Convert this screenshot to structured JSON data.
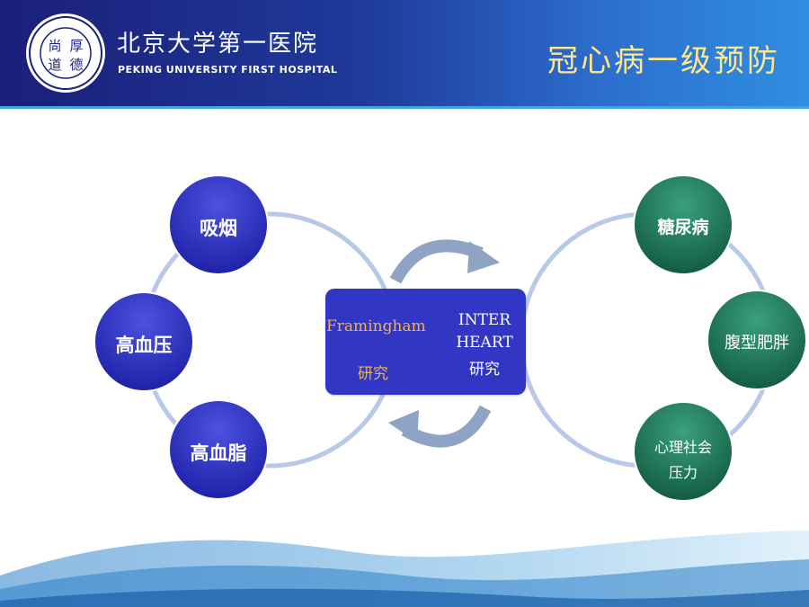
{
  "header": {
    "logo_cn": "北京大学第一医院",
    "logo_en": "PEKING UNIVERSITY FIRST HOSPITAL",
    "seal_text": [
      "尚",
      "厚",
      "道",
      "德"
    ],
    "title": "冠心病一级预防"
  },
  "left_factors": [
    {
      "label": "吸烟"
    },
    {
      "label": "高血压"
    },
    {
      "label": "高血脂"
    }
  ],
  "right_factors": [
    {
      "label": "糖尿病"
    },
    {
      "label": "腹型肥胖"
    },
    {
      "label": "心理社会压力",
      "lines": [
        "心理社会",
        "压力"
      ]
    }
  ],
  "center": {
    "left_study": {
      "line1": "Framingham",
      "line2": "研究"
    },
    "right_study": {
      "line1": "INTER",
      "line2": "HEART",
      "line3": "研究"
    }
  },
  "colors": {
    "header_dark": "#1b1f7a",
    "title": "#ffe88a",
    "left_node": "#2f2fc0",
    "right_node": "#1e7a5a",
    "center_box": "#3236c4",
    "framingham": "#f4b33b",
    "ring": "#b7c8e8",
    "arrow": "#8fa3c4"
  },
  "icons": [
    "seal-icon",
    "cycle-arrow-top-icon",
    "cycle-arrow-bottom-icon",
    "wave-decoration"
  ]
}
